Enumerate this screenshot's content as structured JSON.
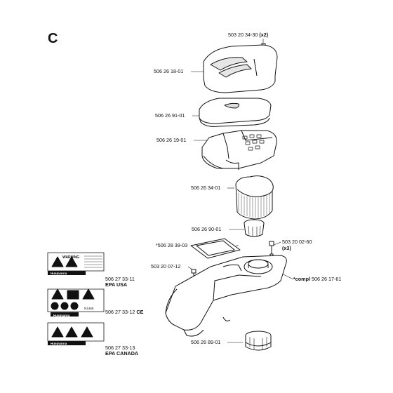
{
  "section_letter": "C",
  "parts": {
    "screw_top": {
      "number": "503 20 34-30",
      "qty": "(x2)"
    },
    "cover": {
      "number": "506 26 18-01"
    },
    "filter_plate": {
      "number": "506 26 91-01"
    },
    "filter_holder": {
      "number": "506 26 19-01"
    },
    "air_filter": {
      "number": "506 26 34-01"
    },
    "knob": {
      "number": "506 26 90-01"
    },
    "gasket": {
      "number": "*506 28 39-03"
    },
    "screw_right": {
      "number": "503 20 02-60",
      "qty": "(x3)"
    },
    "screw_left": {
      "number": "503 20 07-12"
    },
    "base": {
      "prefix": "*compl",
      "number": "506 26 17-61"
    },
    "lower_cap": {
      "number": "506 26 89-01"
    }
  },
  "decals": [
    {
      "number": "506 27 33-11",
      "region": "EPA USA",
      "warning_title": "WARNING",
      "brand": "Husqvarna"
    },
    {
      "number": "506 27 33-12",
      "region": "CE",
      "brand": "Husqvarna",
      "mark": "N1485"
    },
    {
      "number": "506 27 33-13",
      "region": "EPA CANADA",
      "brand": "Husqvarna"
    }
  ]
}
